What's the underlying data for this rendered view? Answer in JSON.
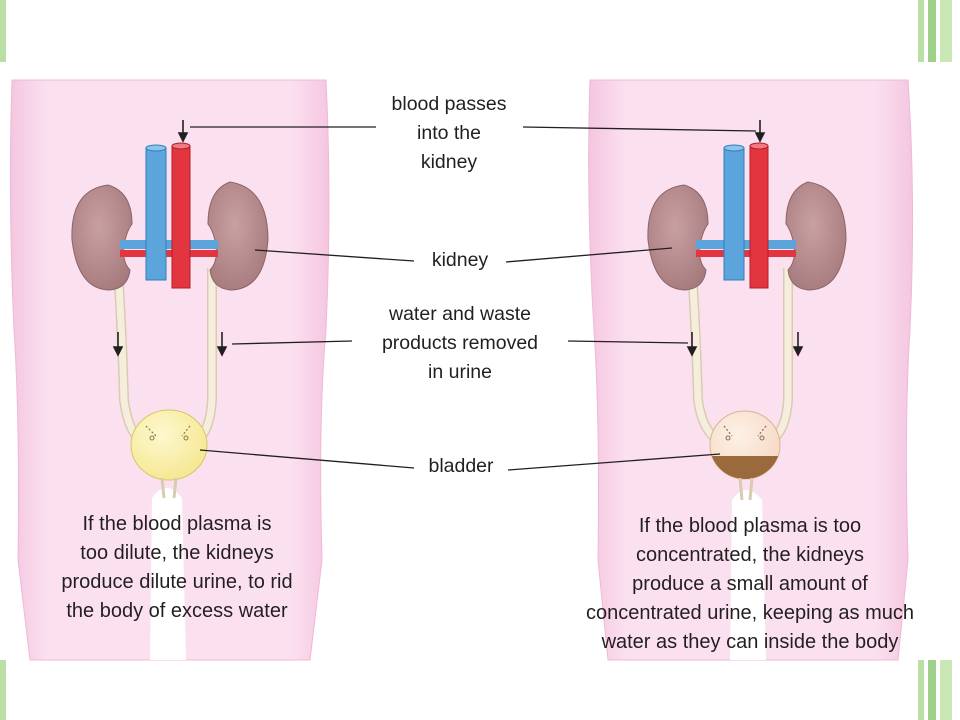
{
  "labels": {
    "blood_in": [
      "blood passes",
      "into the",
      "kidney"
    ],
    "kidney": "kidney",
    "waste": [
      "water and waste",
      "products removed",
      "in urine"
    ],
    "bladder": "bladder"
  },
  "captions": {
    "left": [
      "If the blood plasma is",
      "too dilute, the kidneys",
      "produce dilute urine, to rid",
      "the body of excess water"
    ],
    "right": [
      "If the blood plasma is too",
      "concentrated, the kidneys",
      "produce a small amount of",
      "concentrated urine, keeping as much",
      "water as they can inside the body"
    ]
  },
  "colors": {
    "body": "#fbe1f0",
    "body_edge": "#f4c6e0",
    "kidney": "#b98a8c",
    "artery": "#e3353f",
    "vein": "#5ba4dc",
    "ureter": "#f6eedc",
    "dilute_urine": "#f9f0a8",
    "concentrated_bladder": "#fbe3d2",
    "concentrated_urine": "#9b6a3c",
    "deco_green": "#9fd08a",
    "deco_green_light": "#c9e8b4"
  }
}
